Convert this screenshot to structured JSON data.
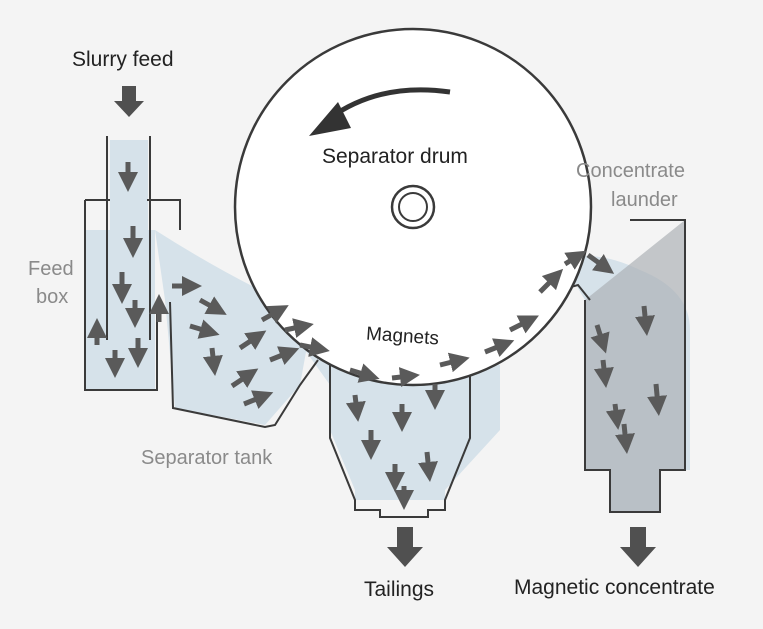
{
  "labels": {
    "slurry_feed": "Slurry feed",
    "separator_drum": "Separator drum",
    "concentrate": "Concentrate",
    "launder": "launder",
    "feed": "Feed",
    "box": "box",
    "magnets": "Magnets",
    "separator_tank": "Separator tank",
    "tailings": "Tailings",
    "magnetic_concentrate": "Magnetic concentrate"
  },
  "colors": {
    "background": "#f4f4f4",
    "slurry": "#d6e2ea",
    "outline": "#3a3a3a",
    "arrow": "#5a5a5a",
    "magnet": "#8a8a8a",
    "concentrate_fill": "#a9aeb2",
    "light_text": "#8a8a8a"
  },
  "icons": [
    "down-arrow-icon",
    "rotation-arrow-icon",
    "flow-arrow-icon"
  ]
}
